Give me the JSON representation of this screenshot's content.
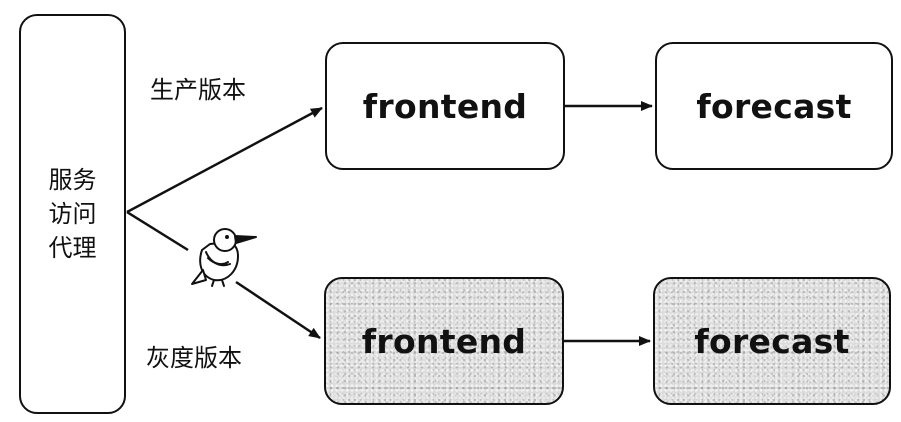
{
  "proxy": {
    "label": "服务访问代理"
  },
  "routes": {
    "production": {
      "label": "生产版本"
    },
    "canary": {
      "label": "灰度版本"
    }
  },
  "nodes": {
    "prod_frontend": {
      "label": "frontend"
    },
    "prod_forecast": {
      "label": "forecast"
    },
    "canary_frontend": {
      "label": "frontend"
    },
    "canary_forecast": {
      "label": "forecast"
    }
  },
  "icons": {
    "canary_marker": "kingfisher-bird-icon"
  },
  "colors": {
    "stroke": "#111111",
    "canary_fill": "#dcdcdc",
    "background": "#ffffff"
  }
}
